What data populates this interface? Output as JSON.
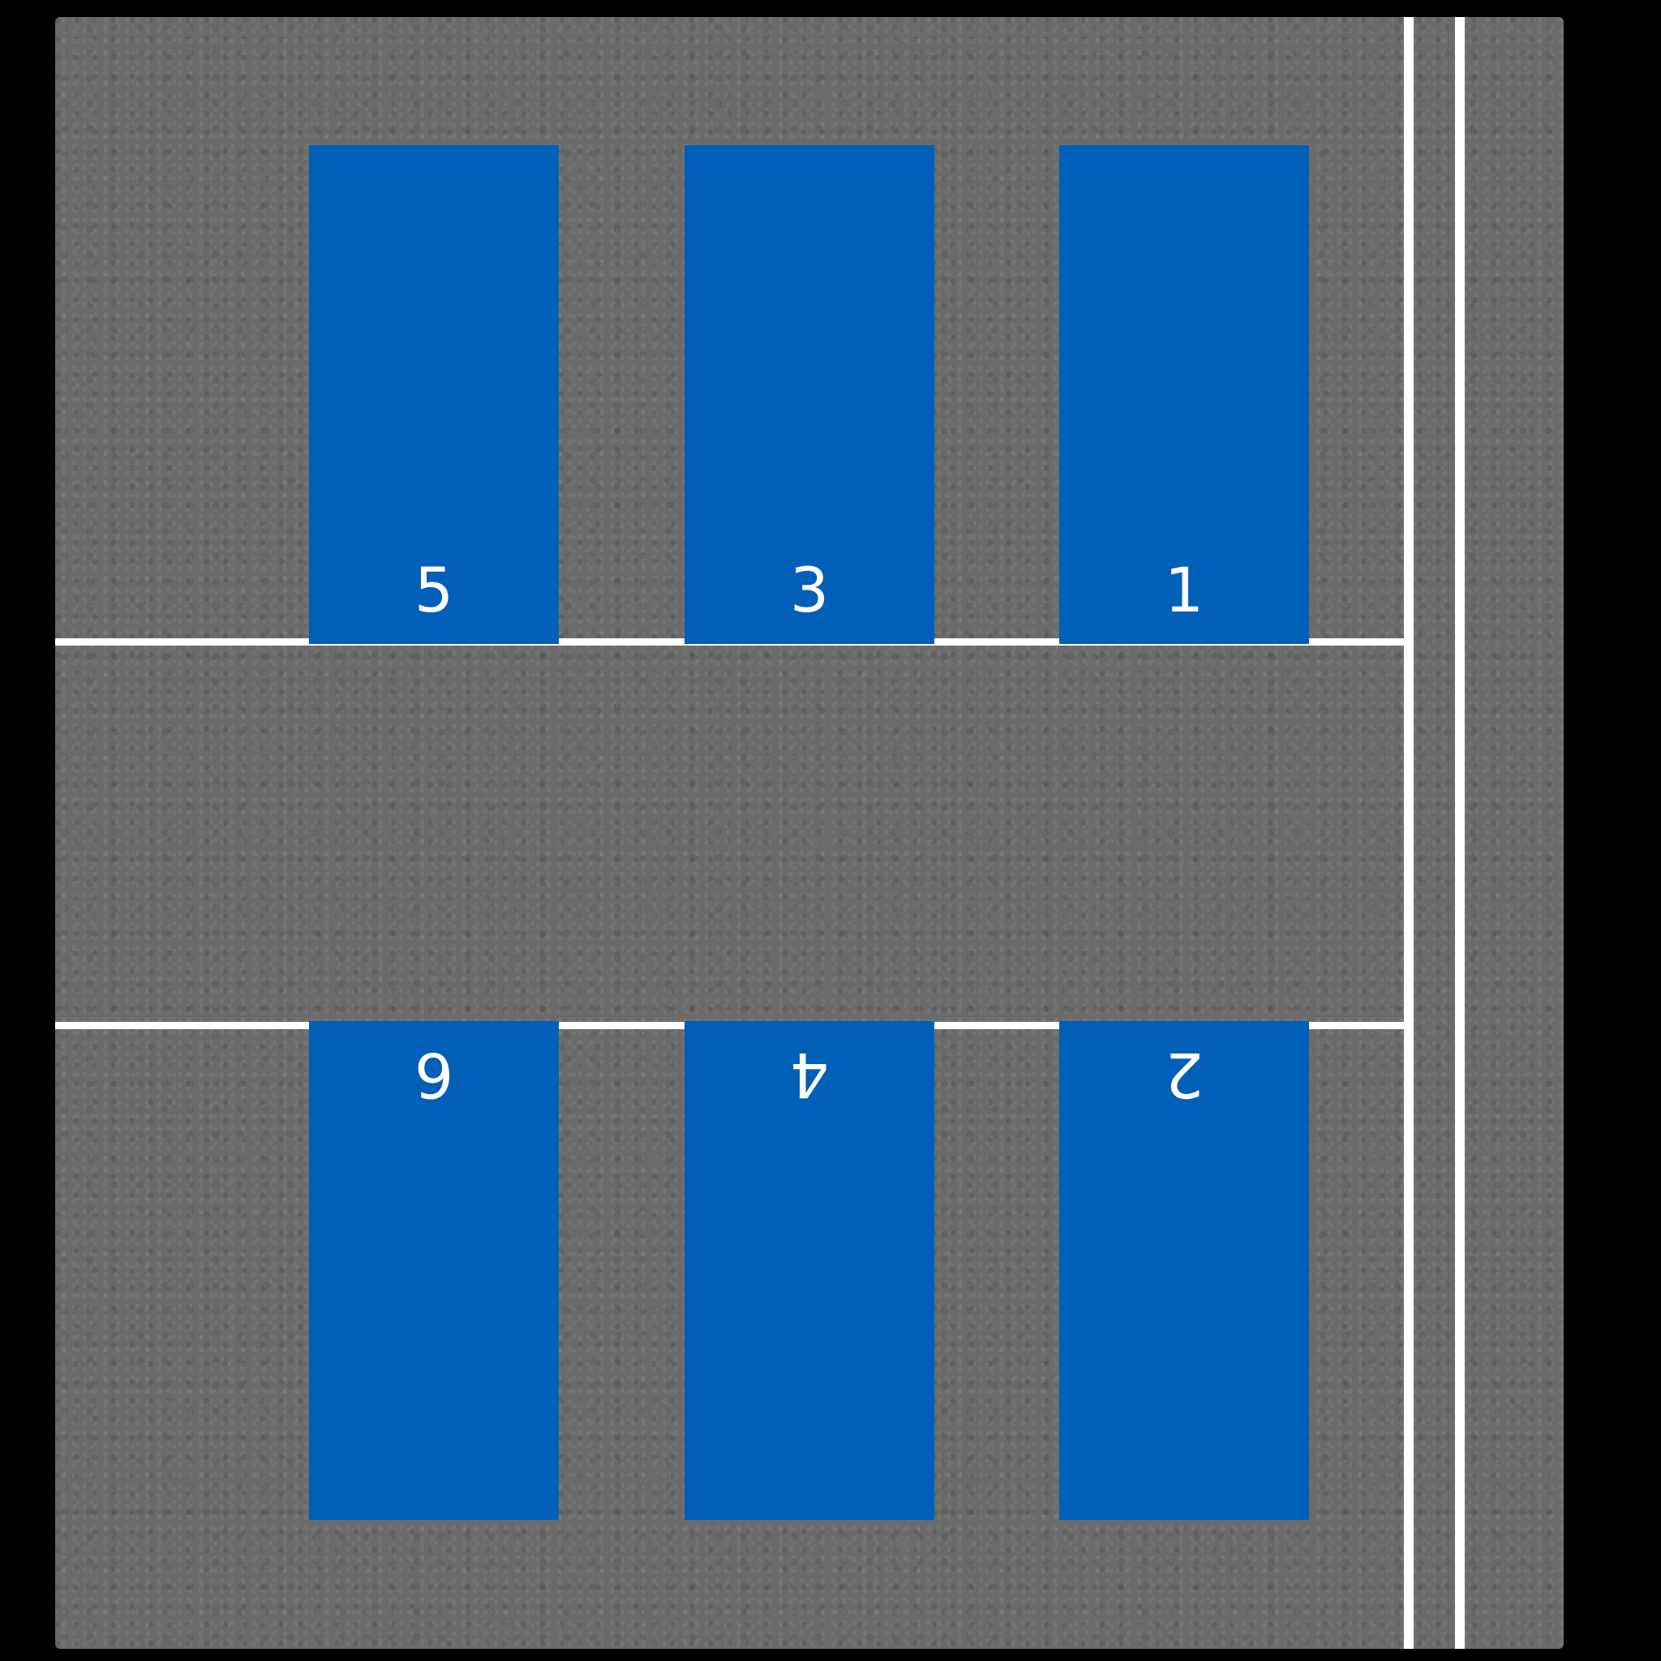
{
  "scene": "parking-lot",
  "colors": {
    "background": "#000000",
    "asphalt": "#6b6b6b",
    "stall": "#0060b8",
    "marking": "#ffffff"
  },
  "spots": {
    "top": [
      {
        "label": "5"
      },
      {
        "label": "3"
      },
      {
        "label": "1"
      }
    ],
    "bottom": [
      {
        "label": "6"
      },
      {
        "label": "4"
      },
      {
        "label": "2"
      }
    ]
  }
}
